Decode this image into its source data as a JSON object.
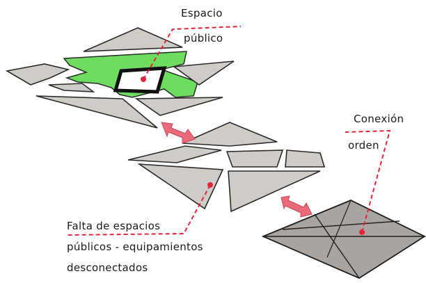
{
  "labels": {
    "espacio_line1": "Espacio",
    "espacio_line2": "público",
    "conexion_line1": "Conexión",
    "conexion_line2": "orden",
    "falta_line1": "Falta de espacios",
    "falta_line2": "públicos - equipamientos",
    "falta_line3": "desconectados"
  },
  "colors": {
    "tile_fill": "#cfcbc6",
    "tile_stroke": "#2a2a2a",
    "public_space_green": "#6ddc60",
    "arrow_fill": "#e96a78",
    "leader_line": "#e5233a",
    "dark_tile_fill": "#a9a49f"
  }
}
